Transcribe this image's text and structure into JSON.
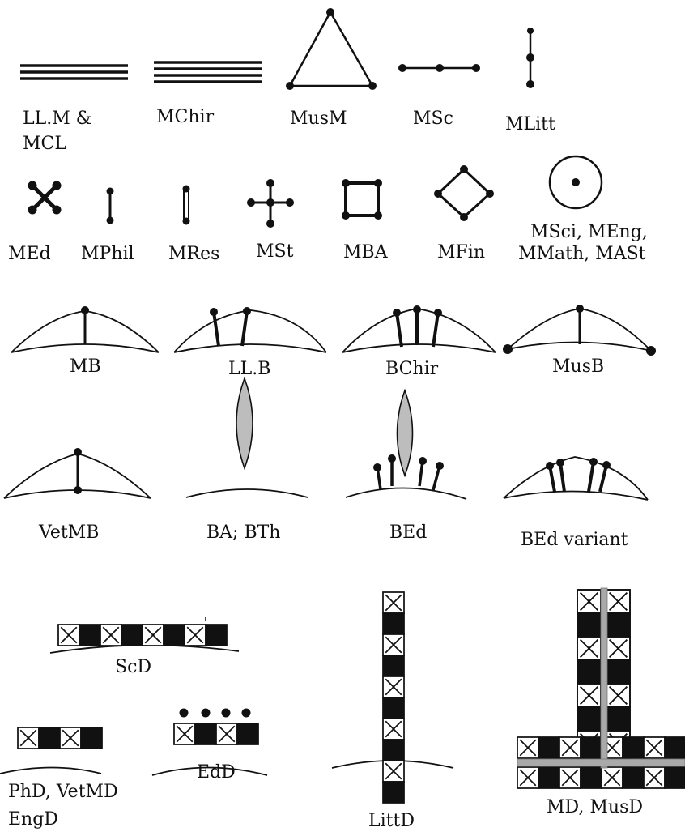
{
  "labels": {
    "llm": "LL.M &",
    "mcl": "MCL",
    "mchir": "MChir",
    "musm": "MusM",
    "msc": "MSc",
    "mlitt": "MLitt",
    "med": "MEd",
    "mphil": "MPhil",
    "mres": "MRes",
    "mst": "MSt",
    "mba": "MBA",
    "mfin": "MFin",
    "msci_1": "MSci, MEng,",
    "msci_2": "MMath, MASt",
    "mb": "MB",
    "llb": "LL.B",
    "bchir": "BChir",
    "musb": "MusB",
    "vetmb": "VetMB",
    "ba": "BA; BTh",
    "bed": "BEd",
    "bed_variant": "BEd variant",
    "scd": "ScD",
    "phd_1": "PhD, VetMD",
    "phd_2": "EngD",
    "edd": "EdD",
    "littd": "LittD",
    "md": "MD, MusD"
  },
  "colors": {
    "ink": "#111111",
    "fill_gray": "#bdbdbd",
    "band_gray": "#a9a9a9"
  }
}
